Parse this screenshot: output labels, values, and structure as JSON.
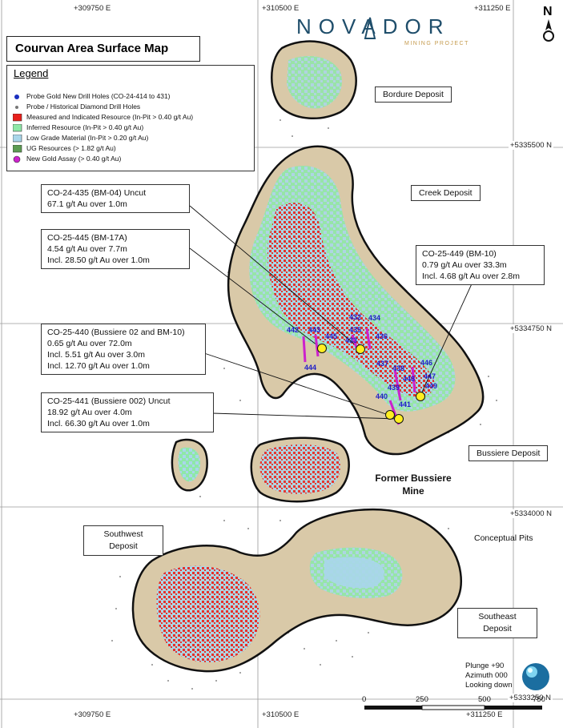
{
  "title": "Courvan Area Surface Map",
  "logo": {
    "name": "NOVADOR",
    "subtitle": "MINING PROJECT"
  },
  "north_label": "N",
  "legend": {
    "title": "Legend",
    "items": [
      {
        "label": "Probe Gold New Drill Holes (CO-24-414 to 431)",
        "symbol": "dot-blue",
        "color": "#1a2fbf"
      },
      {
        "label": "Probe / Historical Diamond Drill Holes",
        "symbol": "dot-grey",
        "color": "#777777"
      },
      {
        "label": "Measured and Indicated Resource (In-Pit > 0.40 g/t Au)",
        "symbol": "square",
        "color": "#e8201c"
      },
      {
        "label": "Inferred Resource (In-Pit > 0.40 g/t Au)",
        "symbol": "square",
        "color": "#8ee8a8"
      },
      {
        "label": "Low Grade Material (In-Pit > 0.20 g/t Au)",
        "symbol": "square",
        "color": "#a9d6ea"
      },
      {
        "label": "UG Resources (> 1.82 g/t Au)",
        "symbol": "square",
        "color": "#5c9c52"
      },
      {
        "label": "New Gold Assay (> 0.40 g/t Au)",
        "symbol": "dot-magenta",
        "color": "#cc22cc"
      }
    ]
  },
  "grid_labels": {
    "top": [
      "+309750 E",
      "+310500 E",
      "+311250 E"
    ],
    "bottom": [
      "+309750 E",
      "+310500 E",
      "+311250 E"
    ],
    "right": [
      "+5335500 N",
      "+5334750 N",
      "+5334000 N",
      "+5333250 N"
    ]
  },
  "callouts": [
    {
      "id": "co-24-435",
      "lines": [
        "CO-24-435 (BM-04) Uncut",
        "67.1 g/t Au over 1.0m"
      ]
    },
    {
      "id": "co-25-445",
      "lines": [
        "CO-25-445 (BM-17A)",
        "4.54 g/t Au over 7.7m",
        "Incl. 28.50 g/t Au over 1.0m"
      ]
    },
    {
      "id": "co-25-449",
      "lines": [
        "CO-25-449 (BM-10)",
        "0.79 g/t Au over 33.3m",
        "Incl. 4.68 g/t Au over 2.8m"
      ]
    },
    {
      "id": "co-25-440",
      "lines": [
        "CO-25-440 (Bussiere 02 and BM-10)",
        "0.65 g/t Au over 72.0m",
        "Incl. 5.51 g/t Au over 3.0m",
        "Incl. 12.70 g/t Au over 1.0m"
      ]
    },
    {
      "id": "co-25-441",
      "lines": [
        "CO-25-441 (Bussiere 002) Uncut",
        "18.92 g/t Au over 4.0m",
        "Incl. 66.30 g/t Au over 1.0m"
      ]
    }
  ],
  "deposits": {
    "bordure": "Bordure Deposit",
    "creek": "Creek Deposit",
    "bussiere": "Bussiere Deposit",
    "southwest": "Southwest Deposit",
    "southeast": "Southeast Deposit",
    "conceptual": "Conceptual Pits",
    "former_mine": "Former Bussiere Mine"
  },
  "hole_labels": [
    "432",
    "434",
    "435",
    "433",
    "436",
    "442",
    "443",
    "445",
    "444",
    "437",
    "438",
    "439",
    "440",
    "441",
    "446",
    "447",
    "448",
    "449"
  ],
  "view": {
    "plunge": "Plunge +90",
    "azimuth": "Azimuth 000",
    "look": "Looking down"
  },
  "scale": {
    "ticks": [
      "0",
      "250",
      "500",
      "750"
    ]
  }
}
